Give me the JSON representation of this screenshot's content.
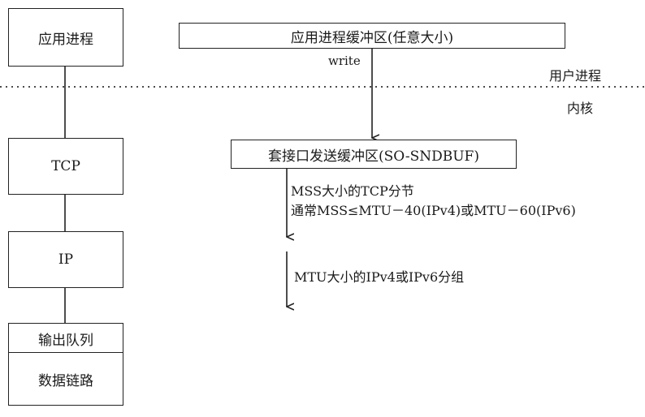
{
  "left_stack": {
    "app_process": "应用进程",
    "tcp": "TCP",
    "ip": "IP",
    "output_queue": "输出队列",
    "data_link": "数据链路"
  },
  "right_flow": {
    "app_buffer": "应用进程缓冲区(任意大小)",
    "write_label": "write",
    "socket_buffer": "套接口发送缓冲区(SO-SNDBUF)",
    "mss_line1": "MSS大小的TCP分节",
    "mss_line2": "通常MSS≤MTU－40(IPv4)或MTU－60(IPv6)",
    "mtu_label": "MTU大小的IPv4或IPv6分组"
  },
  "boundary": {
    "user_process": "用户进程",
    "kernel": "内核"
  }
}
